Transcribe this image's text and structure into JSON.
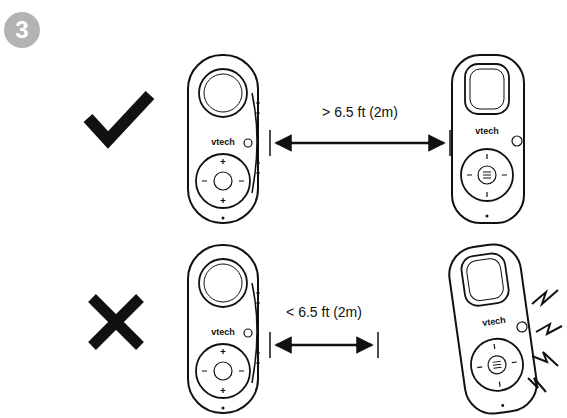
{
  "diagram": {
    "labels": [
      "3",
      "> 6.5 ft (2m)",
      "vtech",
      "vtech",
      "< 6.5 ft (2m)",
      "vtech",
      "vtech"
    ]
  }
}
